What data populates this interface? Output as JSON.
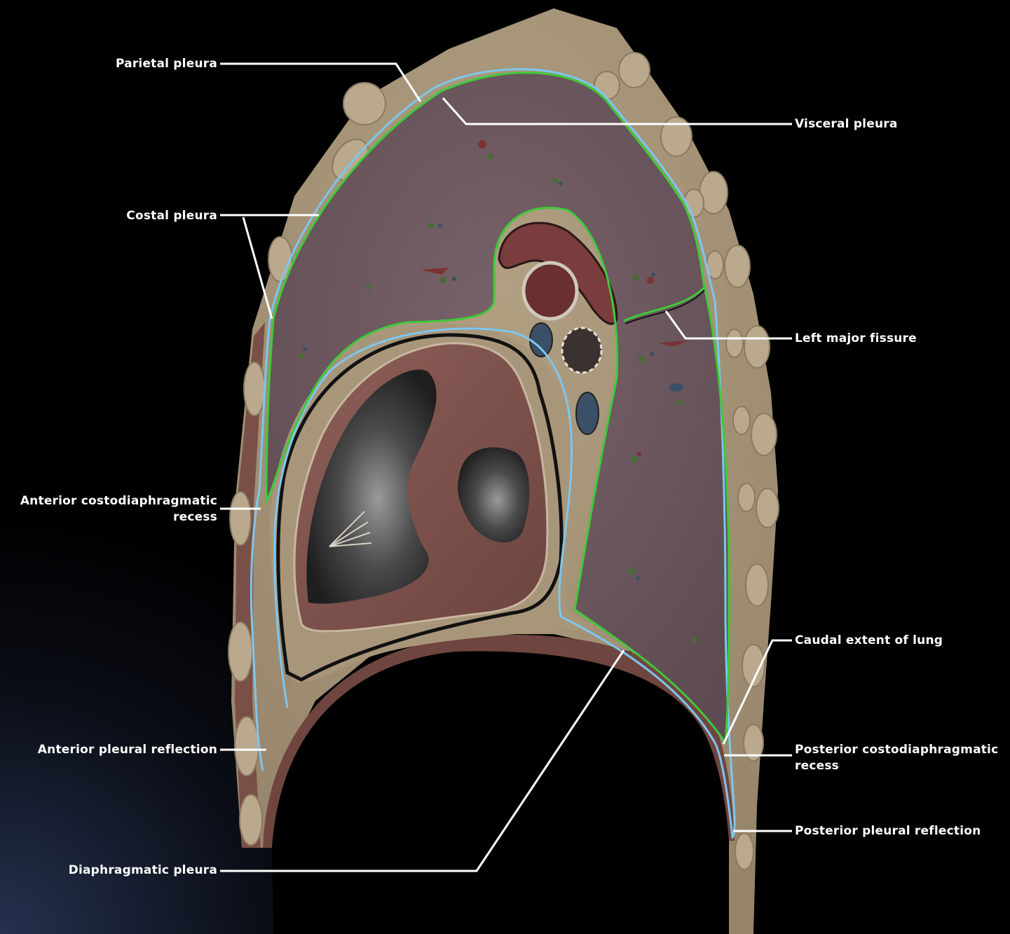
{
  "labels": {
    "parietal_pleura": "Parietal pleura",
    "visceral_pleura": "Visceral pleura",
    "costal_pleura": "Costal pleura",
    "left_major_fissure": "Left major fissure",
    "anterior_costodiaphragmatic_recess_line1": "Anterior costodiaphragmatic",
    "anterior_costodiaphragmatic_recess_line2": "recess",
    "caudal_extent_of_lung": "Caudal extent of lung",
    "anterior_pleural_reflection": "Anterior pleural reflection",
    "posterior_costodiaphragmatic_recess_line1": "Posterior costodiaphragmatic",
    "posterior_costodiaphragmatic_recess_line2": "recess",
    "posterior_pleural_reflection": "Posterior pleural reflection",
    "diaphragmatic_pleura": "Diaphragmatic pleura"
  },
  "colors": {
    "background": "#000000",
    "parietal_pleura_line": "#7ec6ee",
    "visceral_pleura_line": "#3fc93a",
    "lung_tissue": "#6f5a60",
    "chest_wall": "#a8967a",
    "rib": "#bfae94",
    "heart_muscle": "#8a5a55",
    "diaphragm_muscle": "#7a5048",
    "leader_line": "#ffffff"
  }
}
